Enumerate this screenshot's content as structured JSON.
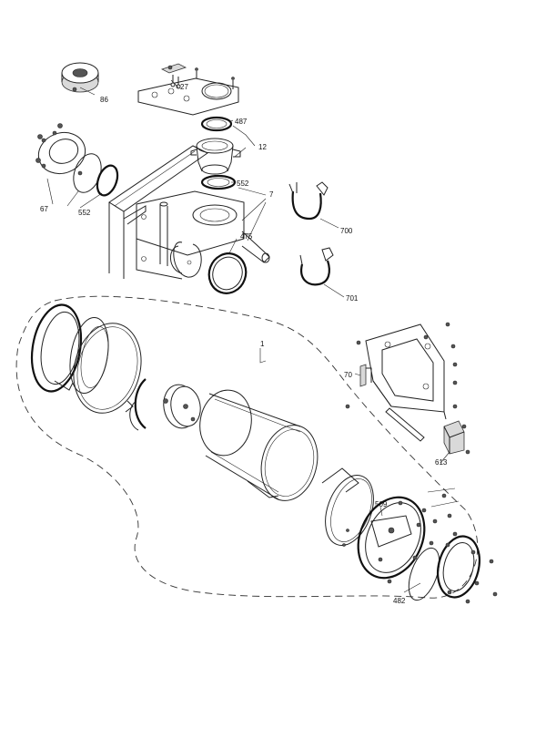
{
  "callouts": {
    "c86": "86",
    "c27": "27",
    "c487": "487",
    "c12": "12",
    "c552a": "552",
    "c7": "7",
    "c67": "67",
    "c552b": "552",
    "c475": "475",
    "c700": "700",
    "c701": "701",
    "c1": "1",
    "c70": "70",
    "c613": "613",
    "c509": "509",
    "c482": "482"
  }
}
